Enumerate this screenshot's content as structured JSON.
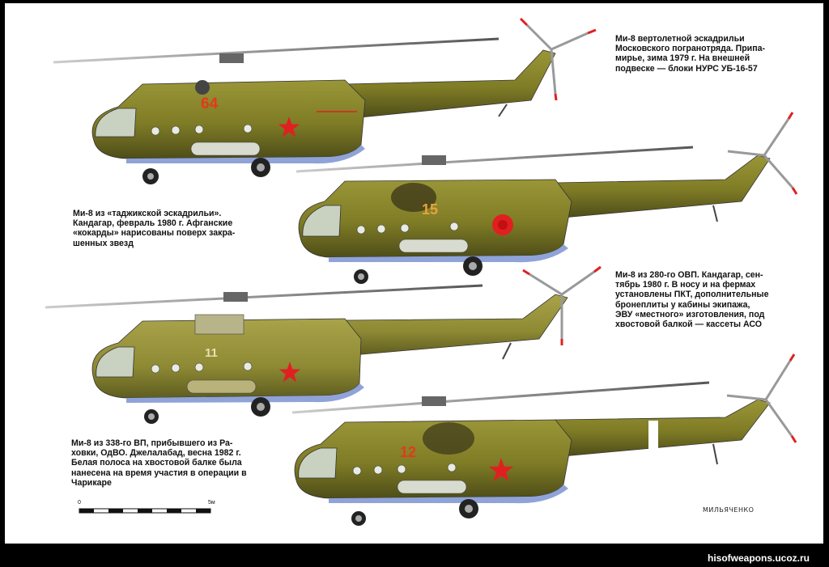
{
  "captions": {
    "heli1": "Ми-8 вертолетной эскадрильи\nМосковского погранотряда. Припа-\nмирье, зима 1979 г. На внешней\nподвеске — блоки НУРС УБ-16-57",
    "heli2": "Ми-8 из «таджикской эскадрильи».\nКандагар, февраль 1980 г. Афганские\n«кокарды» нарисованы поверх закра-\nшенных звезд",
    "heli3": "Ми-8 из 280-го ОВП. Кандагар, сен-\nтябрь 1980 г. В носу и на фермах\nустановлены ПКТ, дополнительные\nбронеплиты у кабины экипажа,\nЭВУ «местного» изготовления, под\nхвостовой балкой — кассеты АСО",
    "heli4": "Ми-8 из 338-го ВП, прибывшего из Ра-\nховки, ОдВО. Джелалабад, весна 1982 г.\nБелая полоса на хвостовой балке была\nнанесена на время участия в операции в\nЧарикаре"
  },
  "board_numbers": {
    "heli1": "64",
    "heli2": "15",
    "heli3": "11",
    "heli4": "12"
  },
  "scale": {
    "start": "0",
    "end": "5м"
  },
  "artist_signature": "МИЛЬЯЧЕНКО",
  "watermark": "hisofweapons.ucoz.ru",
  "colors": {
    "olive": "#8c8a2e",
    "olive_dark": "#5e5d1c",
    "underside_blue": "#8fa3d8",
    "star_red": "#e02020",
    "number_red": "#e23a1a",
    "number_orange": "#e8a33a",
    "background": "#ffffff"
  }
}
